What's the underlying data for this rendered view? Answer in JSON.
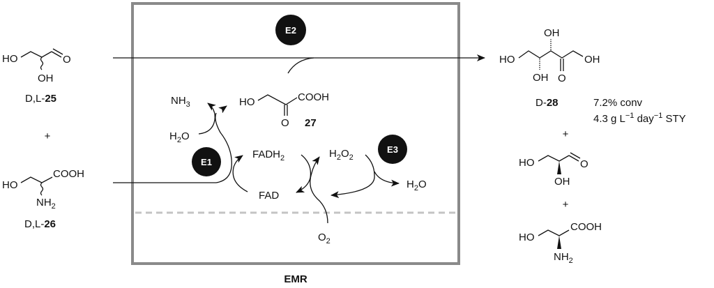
{
  "reactor": {
    "label": "EMR",
    "enzymes": {
      "e1": "E1",
      "e2": "E2",
      "e3": "E3"
    },
    "species": {
      "nh3": "NH",
      "nh3_sub": "3",
      "h2o_in_h": "H",
      "h2o_in_sub": "2",
      "h2o_in_o": "O",
      "fadh2": "FADH",
      "fadh2_sub": "2",
      "fad": "FAD",
      "h2o2_h": "H",
      "h2o2_sub1": "2",
      "h2o2_o": "O",
      "h2o2_sub2": "2",
      "h2o_out_h": "H",
      "h2o_out_sub": "2",
      "h2o_out_o": "O",
      "o2": "O",
      "o2_sub": "2"
    },
    "intermediate": {
      "number": "27",
      "atoms": {
        "ho": "HO",
        "cooh": "COOH",
        "o": "O"
      }
    }
  },
  "substrates": {
    "s25": {
      "prefix": "D,L-",
      "number": "25",
      "atoms": {
        "ho": "HO",
        "oh": "OH",
        "o": "O"
      }
    },
    "plus": "+",
    "s26": {
      "prefix": "D,L-",
      "number": "26",
      "atoms": {
        "ho": "HO",
        "cooh": "COOH",
        "nh": "NH",
        "nh_sub": "2"
      }
    }
  },
  "products": {
    "p28": {
      "prefix": "D-",
      "number": "28",
      "atoms": {
        "ho": "HO",
        "oh_top": "OH",
        "oh_bottom": "OH",
        "o": "O",
        "oh_right": "OH"
      },
      "conversion": "7.2% conv",
      "sty_value": "4.3 g L",
      "sty_exp1": "−1",
      "sty_day": " day",
      "sty_exp2": "−1",
      "sty_label": " STY"
    },
    "plus1": "+",
    "l_glyceraldehyde": {
      "atoms": {
        "ho": "HO",
        "oh": "OH",
        "o": "O"
      }
    },
    "plus2": "+",
    "l_serine": {
      "atoms": {
        "ho": "HO",
        "cooh": "COOH",
        "nh": "NH",
        "nh_sub": "2"
      }
    }
  }
}
